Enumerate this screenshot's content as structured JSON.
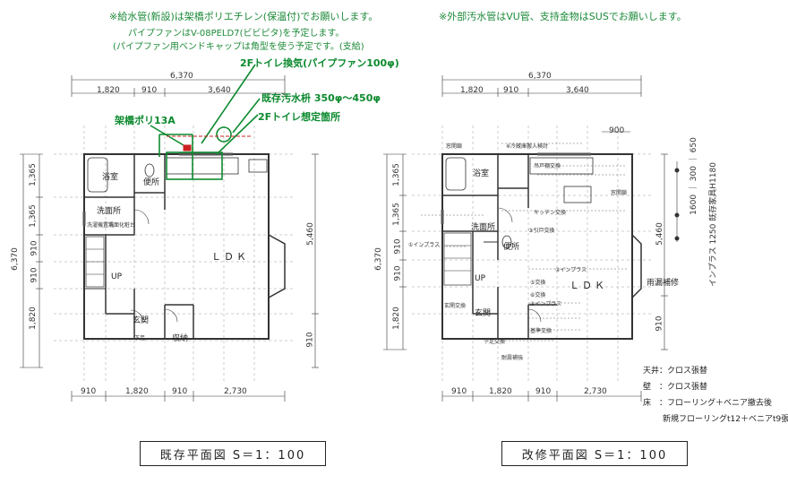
{
  "notes_left": {
    "line1": "※給水管(新設)は架橋ポリエチレン(保温付)でお願いします。",
    "line2": "パイプファンはV-08PELD7(ビビピタ)を予定します。",
    "line3": "(パイプファン用ベンドキャップは角型を使う予定です。(支給)"
  },
  "notes_right": {
    "line1": "※外部汚水管はVU管、支持金物はSUSでお願いします。"
  },
  "annotations": {
    "toilet_fan": "2Fトイレ換気(パイプファン100φ)",
    "drain_pipe": "既存汚水枡 350φ～450φ",
    "toilet_location": "2Fトイレ想定箇所",
    "pipe_13a": "架橋ポリ13A"
  },
  "left_plan": {
    "title": "既存平面図 S＝1：100",
    "top_total": "6,370",
    "top_dims": [
      "1,820",
      "910",
      "3,640"
    ],
    "bottom_dims": [
      "910",
      "1,820",
      "910",
      "2,730"
    ],
    "left_total": "6,370",
    "left_dims": [
      "1,365",
      "1,365",
      "910",
      "910",
      "1,820"
    ],
    "right_dims": [
      "5,460",
      "910"
    ],
    "rooms": {
      "bath": "浴室",
      "toilet": "便所",
      "washroom": "洗面所",
      "ldk": "ＬＤＫ",
      "entrance": "玄関",
      "storage": "収納",
      "up": "UP",
      "shoe": "下足",
      "washer": "洗濯機置場",
      "vanity": "洗面化粧台"
    }
  },
  "right_plan": {
    "title": "改修平面図 S＝1：100",
    "top_total": "6,370",
    "top_dims": [
      "1,820",
      "910",
      "3,640"
    ],
    "bottom_dims": [
      "910",
      "1,820",
      "910",
      "2,730"
    ],
    "left_total": "6,370",
    "left_dims": [
      "1,365",
      "1,365",
      "910",
      "910",
      "1,820"
    ],
    "right_dims": [
      "5,460",
      "910"
    ],
    "dim_900": "900",
    "side_dims": "1600 ｜ 300 ｜ 650",
    "inner_note": "インプラス 1250 既存家具H1180",
    "rooms": {
      "bath": "浴室",
      "toilet": "便所",
      "washroom": "洗面所",
      "ldk": "ＬＤＫ",
      "entrance": "玄関",
      "up": "UP",
      "closet_note": "雨漏補修"
    },
    "small_labels": [
      "窓開鎖",
      "※冷蔵庫搬入検討",
      "吊戸棚交換",
      "キッチン交換",
      "窓開鎖",
      "①インプラス",
      "②インプラス",
      "③引戸交換",
      "④インプラス",
      "⑤交換",
      "⑥交換",
      "玄関交換",
      "下足交換",
      "耐震補強",
      "基準交換"
    ]
  },
  "finishes": {
    "ceiling": "天井：クロス張替",
    "wall": "壁　：クロス張替",
    "floor": "床　：フローリング＋ベニア撤去後",
    "floor2": "新規フローリングt12＋ベニアt9張"
  }
}
